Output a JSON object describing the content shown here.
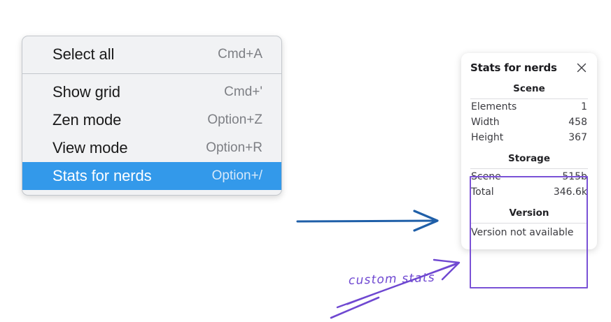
{
  "context_menu": {
    "groups": [
      {
        "items": [
          {
            "label": "Select all",
            "shortcut": "Cmd+A",
            "selected": false
          }
        ]
      },
      {
        "items": [
          {
            "label": "Show grid",
            "shortcut": "Cmd+'",
            "selected": false
          },
          {
            "label": "Zen mode",
            "shortcut": "Option+Z",
            "selected": false
          },
          {
            "label": "View mode",
            "shortcut": "Option+R",
            "selected": false
          },
          {
            "label": "Stats for nerds",
            "shortcut": "Option+/",
            "selected": true
          }
        ]
      }
    ],
    "highlight_color": "#3399ea"
  },
  "stats_panel": {
    "title": "Stats for nerds",
    "close_icon": "close-icon",
    "sections": [
      {
        "name": "Scene",
        "rows": [
          {
            "key": "Elements",
            "value": "1"
          },
          {
            "key": "Width",
            "value": "458"
          },
          {
            "key": "Height",
            "value": "367"
          }
        ]
      },
      {
        "name": "Storage",
        "rows": [
          {
            "key": "Scene",
            "value": "515b"
          },
          {
            "key": "Total",
            "value": "346.6k"
          }
        ]
      },
      {
        "name": "Version",
        "single_row": "Version not available"
      }
    ]
  },
  "annotations": {
    "custom_stats_label": "custom stats",
    "purple_color": "#6f48d1",
    "blue_arrow_color": "#1f5fa8"
  }
}
